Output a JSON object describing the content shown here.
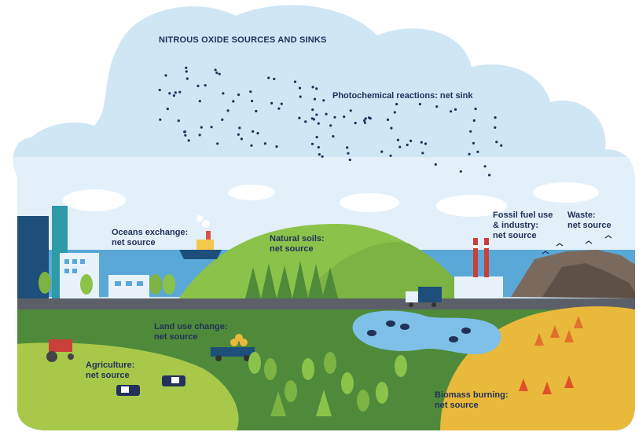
{
  "title": "NITROUS OXIDE SOURCES AND SINKS",
  "labels": {
    "photochemical": "Photochemical reactions: net sink",
    "oceans": "Oceans exchange:\nnet source",
    "soils": "Natural soils:\nnet source",
    "fossil": "Fossil fuel use\n& industry:\nnet source",
    "waste": "Waste:\nnet source",
    "land_use": "Land use change:\nnet source",
    "agriculture": "Agriculture:\nnet source",
    "biomass": "Biomass burning:\nnet source"
  },
  "colors": {
    "sky": "#cfe6f5",
    "cloud": "#ffffff",
    "sea": "#5aa8d8",
    "hill": "#7cb342",
    "ground": "#4e8a3a",
    "road": "#5b6068",
    "agri_field": "#a8c84a",
    "burn_field": "#e8b93a",
    "text": "#22315a"
  }
}
